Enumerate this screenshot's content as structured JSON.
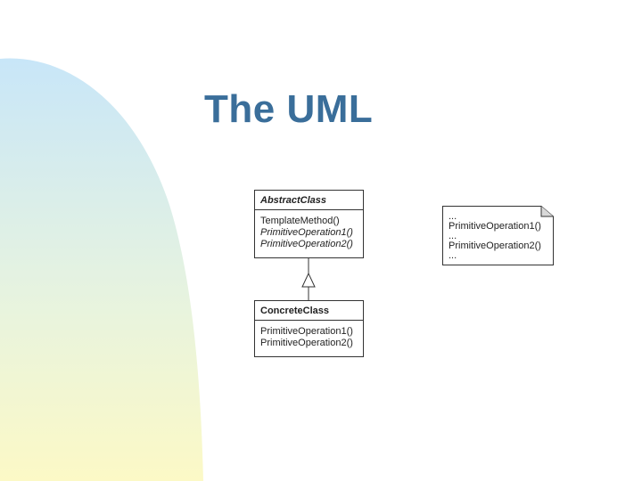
{
  "slide": {
    "title": "The UML"
  },
  "diagram": {
    "abstract_class": {
      "name": "AbstractClass",
      "operations": [
        {
          "label": "TemplateMethod()",
          "abstract": false
        },
        {
          "label": "PrimitiveOperation1()",
          "abstract": true
        },
        {
          "label": "PrimitiveOperation2()",
          "abstract": true
        }
      ]
    },
    "concrete_class": {
      "name": "ConcreteClass",
      "operations": [
        {
          "label": "PrimitiveOperation1()"
        },
        {
          "label": "PrimitiveOperation2()"
        }
      ]
    },
    "note": {
      "lines": [
        "...",
        "PrimitiveOperation1()",
        "...",
        "PrimitiveOperation2()",
        "..."
      ]
    },
    "colors": {
      "title": "#3a6e9a",
      "gradient_top": "#c8e6f8",
      "gradient_bottom": "#fcf9c6"
    }
  }
}
